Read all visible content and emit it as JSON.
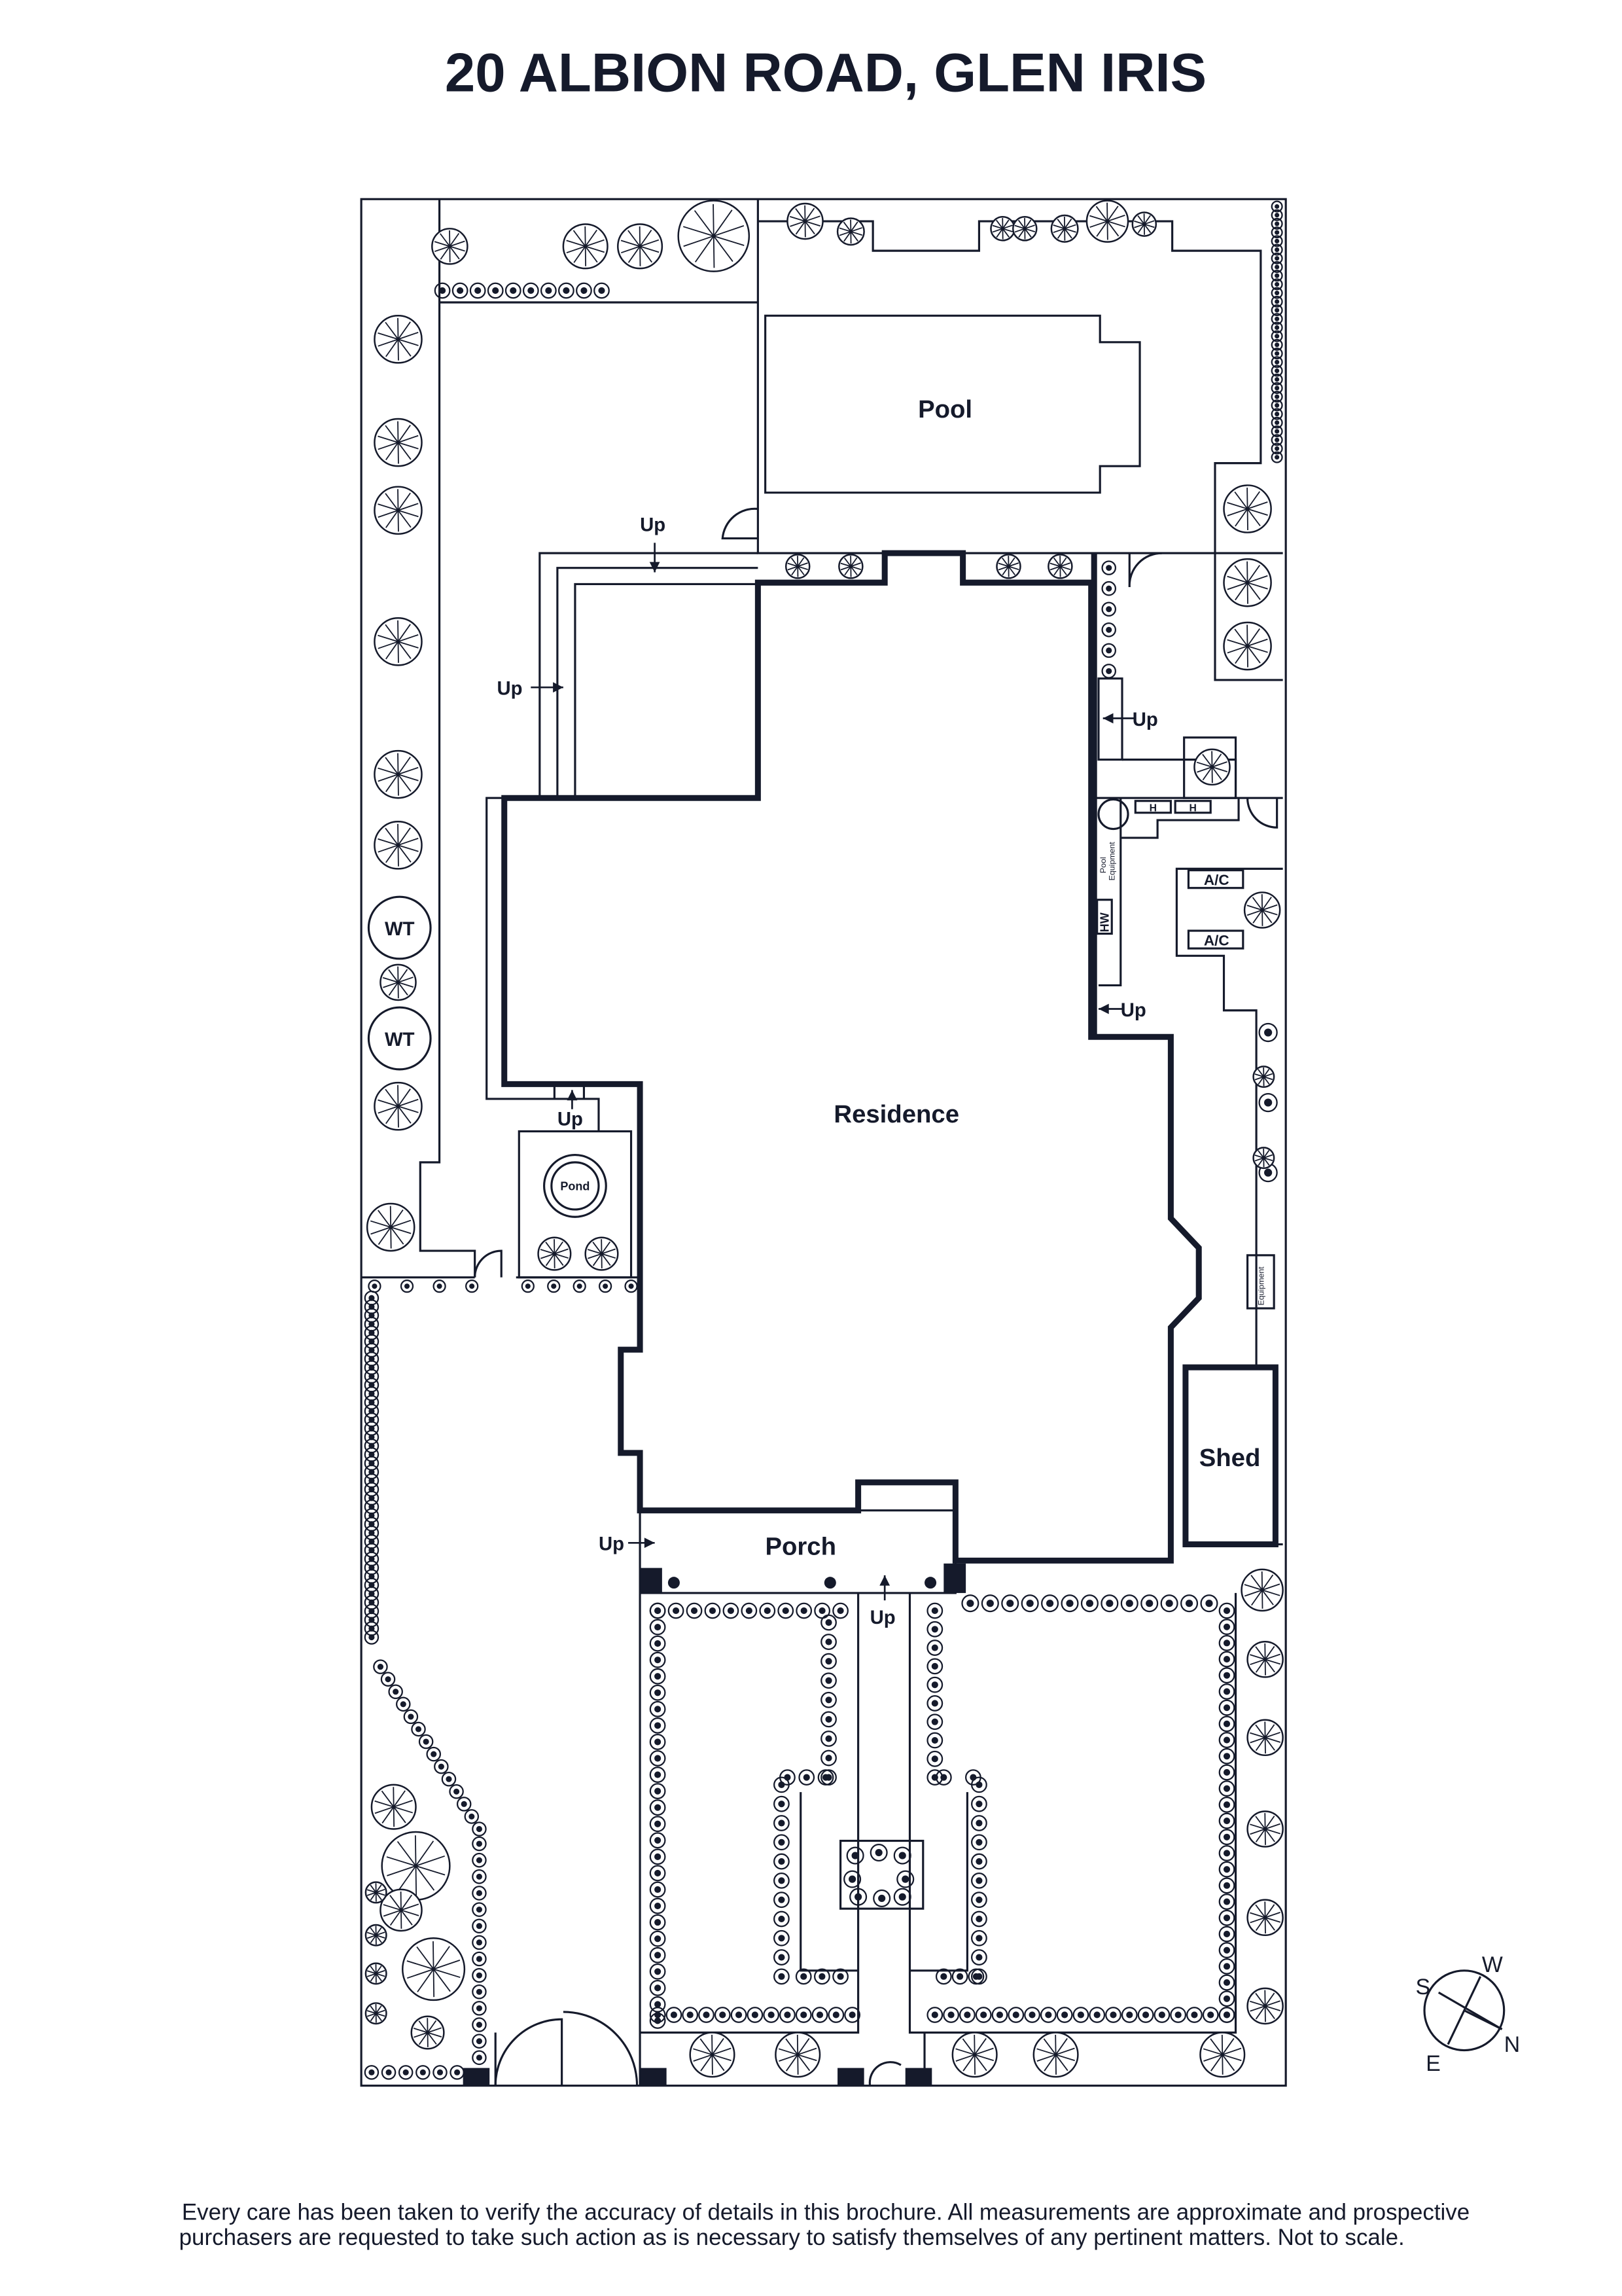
{
  "title": "20 ALBION ROAD, GLEN IRIS",
  "labels": {
    "pool": "Pool",
    "residence": "Residence",
    "porch": "Porch",
    "shed": "Shed",
    "pond": "Pond",
    "wt": "WT",
    "ac": "A/C",
    "h": "H",
    "hw": "HW",
    "pool_equipment_1": "Pool",
    "pool_equipment_2": "Equipment",
    "equipment": "Equipment",
    "up": "Up"
  },
  "compass": {
    "n": "N",
    "s": "S",
    "e": "E",
    "w": "W"
  },
  "disclaimer": {
    "line1": "Every care has been taken to verify the accuracy of details in this brochure. All measurements are approximate and prospective",
    "line2": "purchasers are requested to take such action as is necessary to satisfy themselves of any pertinent matters. Not to scale."
  },
  "colors": {
    "ink": "#151a2b",
    "background": "#ffffff"
  }
}
